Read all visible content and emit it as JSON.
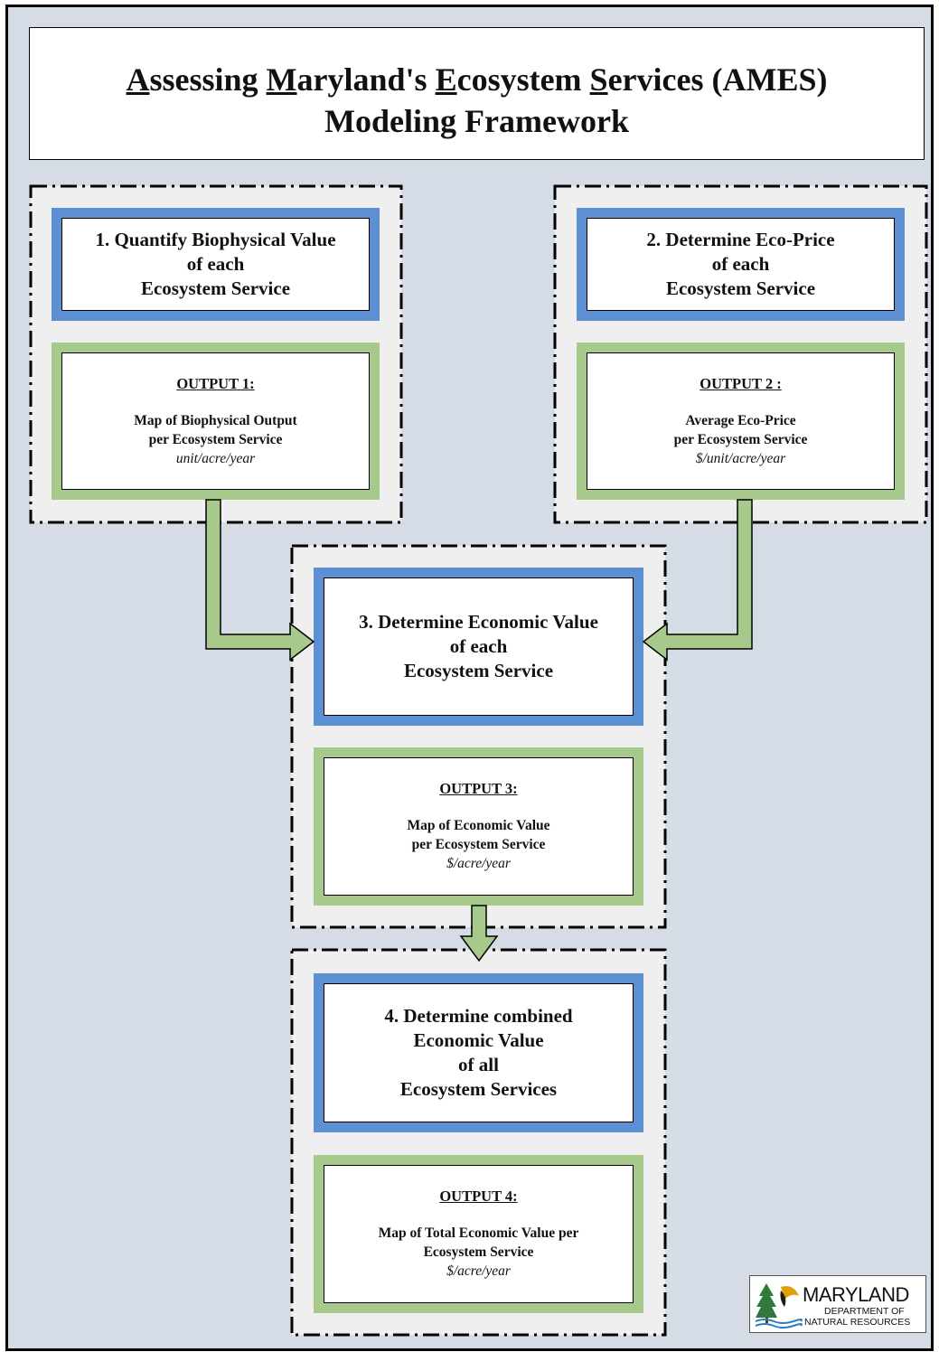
{
  "title": {
    "line1_parts": [
      "A",
      "ssessing ",
      "M",
      "aryland's ",
      "E",
      "cosystem ",
      "S",
      "ervices (AMES)"
    ],
    "line2": "Modeling Framework"
  },
  "steps": [
    {
      "lines": [
        "1. Quantify Biophysical Value",
        "of each",
        "Ecosystem Service"
      ]
    },
    {
      "lines": [
        "2. Determine Eco-Price",
        "of each",
        "Ecosystem Service"
      ]
    },
    {
      "lines": [
        "3. Determine Economic Value",
        "of each",
        "Ecosystem Service"
      ]
    },
    {
      "lines": [
        "4. Determine combined",
        "Economic Value",
        "of all",
        "Ecosystem Services"
      ]
    }
  ],
  "outputs": [
    {
      "heading": "OUTPUT 1:",
      "lines": [
        "Map of Biophysical Output",
        "per Ecosystem Service"
      ],
      "unit": "unit/acre/year"
    },
    {
      "heading": "OUTPUT 2 :",
      "lines": [
        "Average Eco-Price",
        "per Ecosystem Service"
      ],
      "unit": "$/unit/acre/year"
    },
    {
      "heading": "OUTPUT 3:",
      "lines": [
        "Map of Economic Value",
        "per Ecosystem Service"
      ],
      "unit": "$/acre/year"
    },
    {
      "heading": "OUTPUT 4:",
      "lines": [
        "Map of Total Economic Value per",
        "Ecosystem Service"
      ],
      "unit": "$/acre/year"
    }
  ],
  "logo": {
    "name": "MARYLAND",
    "sub1": "DEPARTMENT OF",
    "sub2": "NATURAL RESOURCES"
  },
  "colors": {
    "background": "#d5dce6",
    "step_border": "#5d8fd3",
    "output_border": "#a7c98b",
    "arrow_fill": "#a7c98b",
    "group_fill": "#efefef"
  }
}
